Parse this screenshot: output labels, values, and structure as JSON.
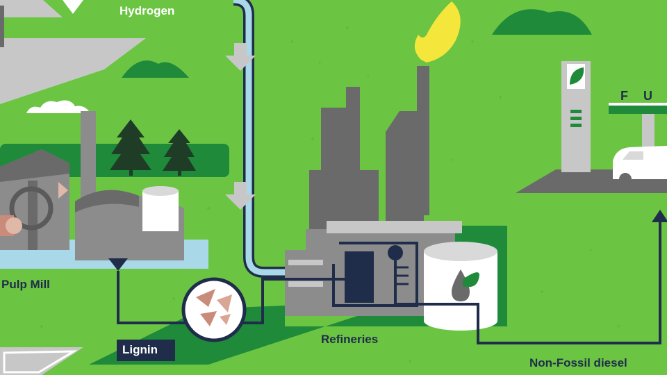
{
  "labels": {
    "hydrogen": "Hydrogen",
    "pulp_mill": "Pulp Mill",
    "lignin": "Lignin",
    "refineries": "Refineries",
    "non_fossil_diesel": "Non-Fossil diesel",
    "station_sign": [
      "F",
      "U"
    ]
  },
  "colors": {
    "background": "#6cc443",
    "dark_green": "#1f8a3a",
    "navy": "#1f2d4a",
    "gray": "#8c8c8c",
    "dark_gray": "#6a6a6a",
    "hydrogen_pipe": "#a9d8e8",
    "flame": "#f5e63c",
    "white": "#ffffff"
  },
  "icons": [
    "tree-icon",
    "cloud-icon",
    "flame-icon",
    "leaf-drop-icon",
    "car-icon",
    "lignin-chips-icon",
    "arrow-down-icon",
    "arrow-up-icon"
  ]
}
